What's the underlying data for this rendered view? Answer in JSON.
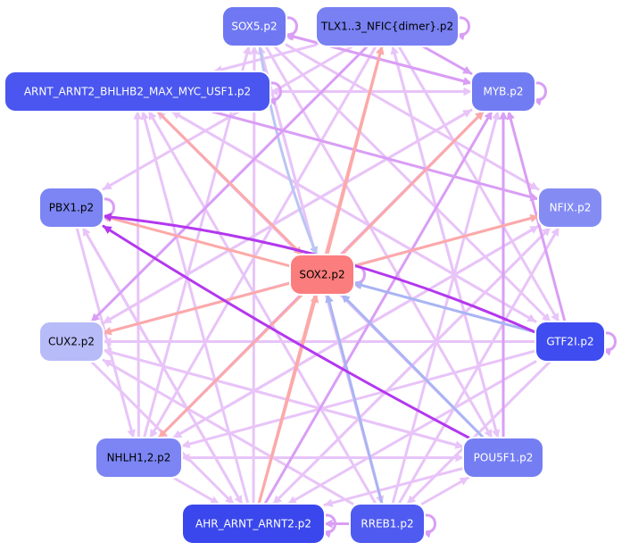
{
  "nodes": [
    {
      "id": "sox5",
      "label": "SOX5.p2",
      "fill": "#6f78f2",
      "text_color": "#ffffff"
    },
    {
      "id": "tlx",
      "label": "TLX1..3_NFIC{dimer}.p2",
      "fill": "#7880f2",
      "text_color": "#000000"
    },
    {
      "id": "arnt",
      "label": "ARNT_ARNT2_BHLHB2_MAX_MYC_USF1.p2",
      "fill": "#4a56ef",
      "text_color": "#ffffff"
    },
    {
      "id": "myb",
      "label": "MYB.p2",
      "fill": "#727cf2",
      "text_color": "#ffffff"
    },
    {
      "id": "pbx1",
      "label": "PBX1.p2",
      "fill": "#7c85f3",
      "text_color": "#000000"
    },
    {
      "id": "nfix",
      "label": "NFIX.p2",
      "fill": "#848cf4",
      "text_color": "#ffffff"
    },
    {
      "id": "sox2",
      "label": "SOX2.p2",
      "fill": "#fb7d7d",
      "text_color": "#000000"
    },
    {
      "id": "cux2",
      "label": "CUX2.p2",
      "fill": "#b7bbf8",
      "text_color": "#000000"
    },
    {
      "id": "gtf2i",
      "label": "GTF2I.p2",
      "fill": "#3f4cf0",
      "text_color": "#ffffff"
    },
    {
      "id": "nhlh",
      "label": "NHLH1,2.p2",
      "fill": "#7c85f3",
      "text_color": "#000000"
    },
    {
      "id": "pou5f1",
      "label": "POU5F1.p2",
      "fill": "#747ef2",
      "text_color": "#ffffff"
    },
    {
      "id": "ahr",
      "label": "AHR_ARNT_ARNT2.p2",
      "fill": "#3a47ec",
      "text_color": "#ffffff"
    },
    {
      "id": "rreb1",
      "label": "RREB1.p2",
      "fill": "#4f5af0",
      "text_color": "#ffffff"
    }
  ],
  "edge_colors": {
    "light_violet": "#e8c4f8",
    "violet": "#d99ef5",
    "strong_violet": "#b338ee",
    "salmon": "#fca9a9",
    "blue": "#a9b4f3",
    "light_blue": "#b9c6f4"
  },
  "edges": [
    {
      "from": "sox5",
      "to": "myb",
      "color": "violet"
    },
    {
      "from": "sox5",
      "to": "nfix",
      "color": "light_violet"
    },
    {
      "from": "sox5",
      "to": "gtf2i",
      "color": "light_violet"
    },
    {
      "from": "sox5",
      "to": "pou5f1",
      "color": "light_violet"
    },
    {
      "from": "sox5",
      "to": "rreb1",
      "color": "light_violet"
    },
    {
      "from": "sox5",
      "to": "sox2",
      "color": "light_blue"
    },
    {
      "from": "sox5",
      "to": "sox5",
      "color": "violet",
      "loop": true
    },
    {
      "from": "tlx",
      "to": "myb",
      "color": "violet"
    },
    {
      "from": "tlx",
      "to": "cux2",
      "color": "violet"
    },
    {
      "from": "tlx",
      "to": "nhlh",
      "color": "light_violet"
    },
    {
      "from": "tlx",
      "to": "arnt",
      "color": "light_violet"
    },
    {
      "from": "tlx",
      "to": "pbx1",
      "color": "light_violet"
    },
    {
      "from": "tlx",
      "to": "gtf2i",
      "color": "light_violet"
    },
    {
      "from": "tlx",
      "to": "pou5f1",
      "color": "light_violet"
    },
    {
      "from": "tlx",
      "to": "tlx",
      "color": "violet",
      "loop": true
    },
    {
      "from": "arnt",
      "to": "nfix",
      "color": "violet"
    },
    {
      "from": "arnt",
      "to": "myb",
      "color": "light_violet"
    },
    {
      "from": "arnt",
      "to": "sox2",
      "color": "salmon"
    },
    {
      "from": "arnt",
      "to": "gtf2i",
      "color": "light_violet"
    },
    {
      "from": "arnt",
      "to": "arnt",
      "color": "violet",
      "loop": true
    },
    {
      "from": "myb",
      "to": "sox5",
      "color": "violet"
    },
    {
      "from": "myb",
      "to": "cux2",
      "color": "light_violet"
    },
    {
      "from": "myb",
      "to": "arnt",
      "color": "light_violet"
    },
    {
      "from": "myb",
      "to": "myb",
      "color": "violet",
      "loop": true
    },
    {
      "from": "nfix",
      "to": "cux2",
      "color": "light_violet"
    },
    {
      "from": "nfix",
      "to": "ahr",
      "color": "light_violet"
    },
    {
      "from": "nfix",
      "to": "nhlh",
      "color": "light_violet"
    },
    {
      "from": "gtf2i",
      "to": "pbx1",
      "color": "strong_violet"
    },
    {
      "from": "gtf2i",
      "to": "cux2",
      "color": "light_violet"
    },
    {
      "from": "gtf2i",
      "to": "sox2",
      "color": "blue"
    },
    {
      "from": "gtf2i",
      "to": "nhlh",
      "color": "light_violet"
    },
    {
      "from": "gtf2i",
      "to": "ahr",
      "color": "light_violet"
    },
    {
      "from": "gtf2i",
      "to": "arnt",
      "color": "light_violet"
    },
    {
      "from": "gtf2i",
      "to": "myb",
      "color": "violet"
    },
    {
      "from": "gtf2i",
      "to": "rreb1",
      "color": "light_violet"
    },
    {
      "from": "gtf2i",
      "to": "gtf2i",
      "color": "violet",
      "loop": true
    },
    {
      "from": "pou5f1",
      "to": "pbx1",
      "color": "strong_violet"
    },
    {
      "from": "pou5f1",
      "to": "sox2",
      "color": "blue"
    },
    {
      "from": "pou5f1",
      "to": "nhlh",
      "color": "light_violet"
    },
    {
      "from": "pou5f1",
      "to": "ahr",
      "color": "light_violet"
    },
    {
      "from": "pou5f1",
      "to": "cux2",
      "color": "light_violet"
    },
    {
      "from": "pou5f1",
      "to": "myb",
      "color": "violet"
    },
    {
      "from": "pou5f1",
      "to": "tlx",
      "color": "light_violet"
    },
    {
      "from": "pou5f1",
      "to": "arnt",
      "color": "light_violet"
    },
    {
      "from": "rreb1",
      "to": "sox2",
      "color": "blue"
    },
    {
      "from": "rreb1",
      "to": "sox5",
      "color": "light_violet"
    },
    {
      "from": "rreb1",
      "to": "myb",
      "color": "light_violet"
    },
    {
      "from": "rreb1",
      "to": "nfix",
      "color": "light_violet"
    },
    {
      "from": "rreb1",
      "to": "pou5f1",
      "color": "light_violet"
    },
    {
      "from": "rreb1",
      "to": "arnt",
      "color": "light_violet"
    },
    {
      "from": "rreb1",
      "to": "cux2",
      "color": "light_violet"
    },
    {
      "from": "rreb1",
      "to": "ahr",
      "color": "violet"
    },
    {
      "from": "rreb1",
      "to": "rreb1",
      "color": "violet",
      "loop": true
    },
    {
      "from": "ahr",
      "to": "tlx",
      "color": "salmon"
    },
    {
      "from": "ahr",
      "to": "sox2",
      "color": "salmon"
    },
    {
      "from": "ahr",
      "to": "myb",
      "color": "violet"
    },
    {
      "from": "ahr",
      "to": "nfix",
      "color": "light_violet"
    },
    {
      "from": "ahr",
      "to": "pbx1",
      "color": "light_violet"
    },
    {
      "from": "ahr",
      "to": "arnt",
      "color": "light_violet"
    },
    {
      "from": "ahr",
      "to": "sox5",
      "color": "light_violet"
    },
    {
      "from": "ahr",
      "to": "ahr",
      "color": "violet",
      "loop": true
    },
    {
      "from": "nhlh",
      "to": "myb",
      "color": "violet"
    },
    {
      "from": "nhlh",
      "to": "nfix",
      "color": "light_violet"
    },
    {
      "from": "nhlh",
      "to": "pou5f1",
      "color": "light_violet"
    },
    {
      "from": "nhlh",
      "to": "arnt",
      "color": "light_violet"
    },
    {
      "from": "nhlh",
      "to": "ahr",
      "color": "light_violet"
    },
    {
      "from": "nhlh",
      "to": "sox5",
      "color": "light_violet"
    },
    {
      "from": "cux2",
      "to": "myb",
      "color": "light_violet"
    },
    {
      "from": "cux2",
      "to": "pou5f1",
      "color": "light_violet"
    },
    {
      "from": "cux2",
      "to": "ahr",
      "color": "light_violet"
    },
    {
      "from": "pbx1",
      "to": "pbx1",
      "color": "violet",
      "loop": true
    },
    {
      "from": "pbx1",
      "to": "nhlh",
      "color": "light_violet"
    },
    {
      "from": "pbx1",
      "to": "ahr",
      "color": "light_violet"
    },
    {
      "from": "sox2",
      "to": "pbx1",
      "color": "salmon"
    },
    {
      "from": "sox2",
      "to": "cux2",
      "color": "salmon"
    },
    {
      "from": "sox2",
      "to": "nhlh",
      "color": "salmon"
    },
    {
      "from": "sox2",
      "to": "nfix",
      "color": "salmon"
    },
    {
      "from": "sox2",
      "to": "myb",
      "color": "salmon"
    },
    {
      "from": "sox2",
      "to": "tlx",
      "color": "salmon"
    },
    {
      "from": "sox2",
      "to": "sox2",
      "color": "violet",
      "loop": true
    }
  ]
}
